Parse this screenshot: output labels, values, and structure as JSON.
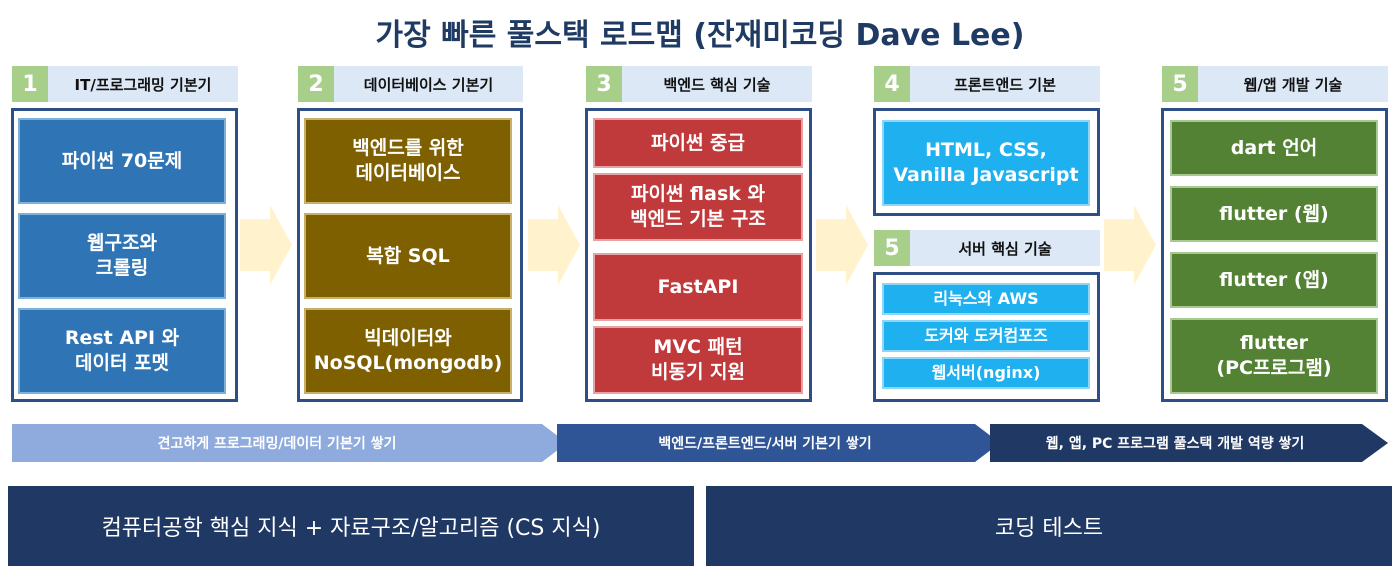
{
  "title": "가장 빠른 풀스택 로드맵 (잔재미코딩 Dave Lee)",
  "columns": [
    {
      "num": "1",
      "header": "IT/프로그래밍 기본기",
      "items": [
        "파이썬 70문제",
        "웹구조와\n크롤링",
        "Rest API 와\n데이터 포멧"
      ]
    },
    {
      "num": "2",
      "header": "데이터베이스 기본기",
      "items": [
        "백엔드를 위한\n데이터베이스",
        "복합 SQL",
        "빅데이터와\nNoSQL(mongodb)"
      ]
    },
    {
      "num": "3",
      "header": "백엔드 핵심 기술",
      "items": [
        "파이썬 중급",
        "파이썬 flask 와\n백엔드 기본 구조",
        "FastAPI",
        "MVC 패턴\n비동기 지원"
      ]
    },
    {
      "num": "4",
      "header": "프론트앤드 기본",
      "items": [
        "HTML, CSS,\nVanilla Javascript"
      ]
    },
    {
      "num": "5",
      "header": "서버 핵심 기술",
      "items": [
        "리눅스와 AWS",
        "도커와 도커컴포즈",
        "웹서버(nginx)"
      ]
    },
    {
      "num": "5",
      "header": "웹/앱 개발 기술",
      "items": [
        "dart 언어",
        "flutter (웹)",
        "flutter (앱)",
        "flutter\n(PC프로그램)"
      ]
    }
  ],
  "bands": [
    "견고하게 프로그래밍/데이터 기본기 쌓기",
    "백엔드/프론트엔드/서버 기본기 쌓기",
    "웹, 앱, PC 프로그램 풀스택 개발 역량 쌓기"
  ],
  "bottom": [
    "컴퓨터공학 핵심 지식 + 자료구조/알고리즘 (CS 지식)",
    "코딩 테스트"
  ],
  "colors": {
    "title": "#1f3b63",
    "frame": "#2e4f85",
    "blue": "#2f75b5",
    "brown": "#7f6000",
    "red": "#c0393b",
    "cyan": "#1fb0ef",
    "green": "#548235",
    "band1": "#8faadc",
    "band2": "#2f5597",
    "band3": "#1f3864",
    "chevron": "#fff2cc"
  }
}
